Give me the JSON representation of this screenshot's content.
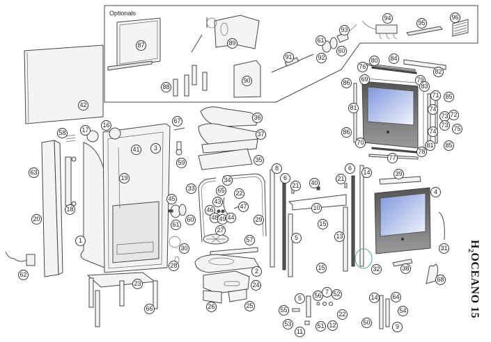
{
  "diagram": {
    "title_prefix": "H",
    "title_subscript": "2",
    "title_suffix": "OCEANO 15",
    "optionals_label": "Optionals",
    "colors": {
      "line": "#444444",
      "glass_top": "#8fa6e0",
      "glass_bottom": "#eef2fb",
      "door_frame": "#6b6b6b"
    },
    "callouts": [
      {
        "id": "87",
        "label": "87"
      },
      {
        "id": "89",
        "label": "89"
      },
      {
        "id": "88",
        "label": "88"
      },
      {
        "id": "90",
        "label": "90"
      },
      {
        "id": "91",
        "label": "91"
      },
      {
        "id": "61a",
        "label": "61"
      },
      {
        "id": "92",
        "label": "92"
      },
      {
        "id": "60a",
        "label": "60"
      },
      {
        "id": "93",
        "label": "93"
      },
      {
        "id": "94",
        "label": "94"
      },
      {
        "id": "95",
        "label": "95"
      },
      {
        "id": "96",
        "label": "96"
      },
      {
        "id": "42",
        "label": "42"
      },
      {
        "id": "80",
        "label": "80"
      },
      {
        "id": "84",
        "label": "84"
      },
      {
        "id": "82",
        "label": "82"
      },
      {
        "id": "76",
        "label": "76"
      },
      {
        "id": "79a",
        "label": "79"
      },
      {
        "id": "86a",
        "label": "86"
      },
      {
        "id": "69",
        "label": "69"
      },
      {
        "id": "83",
        "label": "83"
      },
      {
        "id": "81a",
        "label": "81"
      },
      {
        "id": "71",
        "label": "71"
      },
      {
        "id": "85a",
        "label": "85"
      },
      {
        "id": "74a",
        "label": "74"
      },
      {
        "id": "72",
        "label": "72"
      },
      {
        "id": "73a",
        "label": "73"
      },
      {
        "id": "73b",
        "label": "73"
      },
      {
        "id": "75",
        "label": "75"
      },
      {
        "id": "86b",
        "label": "86"
      },
      {
        "id": "74b",
        "label": "74"
      },
      {
        "id": "70",
        "label": "70"
      },
      {
        "id": "81b",
        "label": "81"
      },
      {
        "id": "85b",
        "label": "85"
      },
      {
        "id": "78",
        "label": "78"
      },
      {
        "id": "77",
        "label": "77"
      },
      {
        "id": "16",
        "label": "16"
      },
      {
        "id": "17",
        "label": "17"
      },
      {
        "id": "58",
        "label": "58"
      },
      {
        "id": "41",
        "label": "41"
      },
      {
        "id": "3",
        "label": "3"
      },
      {
        "id": "67",
        "label": "67"
      },
      {
        "id": "36",
        "label": "36"
      },
      {
        "id": "37",
        "label": "37"
      },
      {
        "id": "59",
        "label": "59"
      },
      {
        "id": "35",
        "label": "35"
      },
      {
        "id": "63",
        "label": "63"
      },
      {
        "id": "19",
        "label": "19"
      },
      {
        "id": "18",
        "label": "18"
      },
      {
        "id": "20",
        "label": "20"
      },
      {
        "id": "34",
        "label": "34"
      },
      {
        "id": "33",
        "label": "33"
      },
      {
        "id": "65",
        "label": "65"
      },
      {
        "id": "22a",
        "label": "22"
      },
      {
        "id": "43",
        "label": "43"
      },
      {
        "id": "47",
        "label": "47"
      },
      {
        "id": "45",
        "label": "45"
      },
      {
        "id": "46",
        "label": "46"
      },
      {
        "id": "48",
        "label": "48"
      },
      {
        "id": "49",
        "label": "49"
      },
      {
        "id": "44",
        "label": "44"
      },
      {
        "id": "61b",
        "label": "61"
      },
      {
        "id": "60b",
        "label": "60"
      },
      {
        "id": "29",
        "label": "29"
      },
      {
        "id": "27",
        "label": "27"
      },
      {
        "id": "1",
        "label": "1"
      },
      {
        "id": "30",
        "label": "30"
      },
      {
        "id": "57",
        "label": "57"
      },
      {
        "id": "28",
        "label": "28"
      },
      {
        "id": "2",
        "label": "2"
      },
      {
        "id": "62",
        "label": "62"
      },
      {
        "id": "23",
        "label": "23"
      },
      {
        "id": "24",
        "label": "24"
      },
      {
        "id": "26",
        "label": "26"
      },
      {
        "id": "25",
        "label": "25"
      },
      {
        "id": "66",
        "label": "66"
      },
      {
        "id": "8",
        "label": "8"
      },
      {
        "id": "6a",
        "label": "6"
      },
      {
        "id": "21a",
        "label": "21"
      },
      {
        "id": "40",
        "label": "40"
      },
      {
        "id": "21b",
        "label": "21"
      },
      {
        "id": "6b",
        "label": "6"
      },
      {
        "id": "14a",
        "label": "14"
      },
      {
        "id": "39",
        "label": "39"
      },
      {
        "id": "4",
        "label": "4"
      },
      {
        "id": "10",
        "label": "10"
      },
      {
        "id": "15a",
        "label": "15"
      },
      {
        "id": "5a",
        "label": "5"
      },
      {
        "id": "13",
        "label": "13"
      },
      {
        "id": "31",
        "label": "31"
      },
      {
        "id": "15b",
        "label": "15"
      },
      {
        "id": "32",
        "label": "32"
      },
      {
        "id": "38",
        "label": "38"
      },
      {
        "id": "68",
        "label": "68"
      },
      {
        "id": "5b",
        "label": "5"
      },
      {
        "id": "56",
        "label": "56"
      },
      {
        "id": "7",
        "label": "7"
      },
      {
        "id": "52",
        "label": "52"
      },
      {
        "id": "55",
        "label": "55"
      },
      {
        "id": "22b",
        "label": "22"
      },
      {
        "id": "53",
        "label": "53"
      },
      {
        "id": "51",
        "label": "51"
      },
      {
        "id": "12",
        "label": "12"
      },
      {
        "id": "11",
        "label": "11"
      },
      {
        "id": "14b",
        "label": "14"
      },
      {
        "id": "64",
        "label": "64"
      },
      {
        "id": "54",
        "label": "54"
      },
      {
        "id": "50",
        "label": "50"
      },
      {
        "id": "9",
        "label": "9"
      }
    ]
  }
}
